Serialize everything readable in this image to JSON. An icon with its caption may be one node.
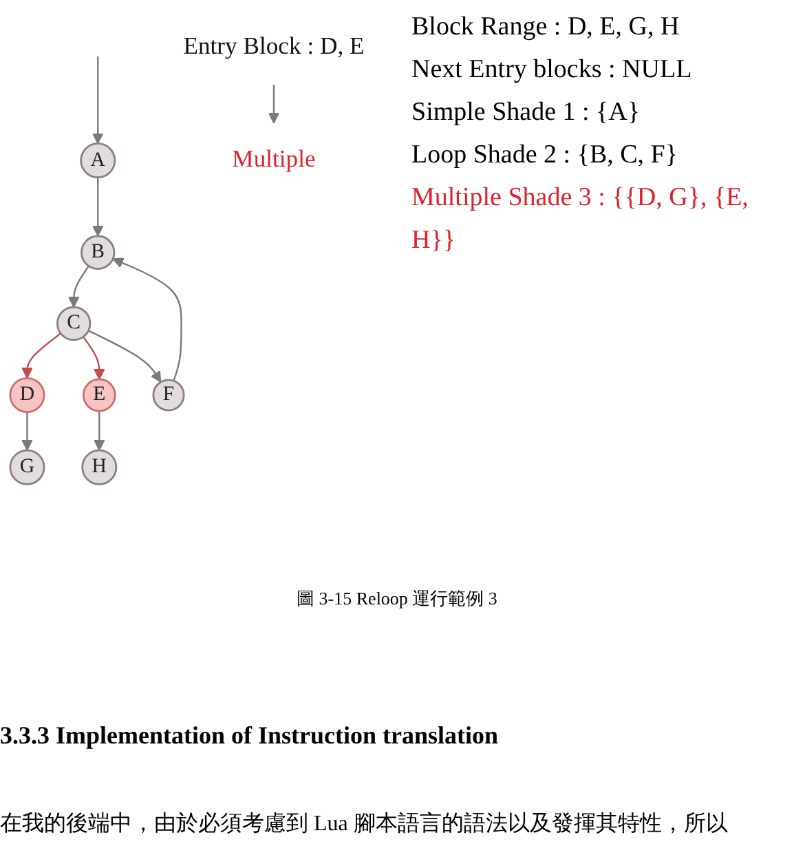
{
  "diagram": {
    "caption": "圖 3-15 Reloop 運行範例 3",
    "nodes": [
      {
        "text": [
          "A"
        ]
      },
      {
        "text": [
          "B"
        ]
      },
      {
        "text": [
          "C"
        ]
      },
      {
        "text": [
          "D"
        ]
      },
      {
        "text": [
          "E"
        ]
      },
      {
        "text": [
          "F"
        ]
      },
      {
        "text": [
          "G"
        ]
      },
      {
        "text": [
          "H"
        ]
      },
      {
        "text": [
          "Entry Block : D, E"
        ]
      },
      {
        "text": [
          "Multiple"
        ]
      }
    ],
    "edges": [
      {
        "from": null,
        "to": 0,
        "arrow": "to"
      },
      {
        "from": 0,
        "to": 1,
        "arrow": "to"
      },
      {
        "from": 1,
        "to": 2,
        "arrow": "to"
      },
      {
        "from": 2,
        "to": 3,
        "arrow": "to",
        "color": "#c0504d"
      },
      {
        "from": 2,
        "to": 4,
        "arrow": "to",
        "color": "#c0504d"
      },
      {
        "from": 2,
        "to": 5,
        "arrow": "to"
      },
      {
        "from": 3,
        "to": 6,
        "arrow": "to"
      },
      {
        "from": 4,
        "to": 7,
        "arrow": "to"
      },
      {
        "from": 5,
        "to": 1,
        "arrow": "to"
      },
      {
        "from": 8,
        "to": 9,
        "arrow": "to"
      }
    ],
    "labels": [
      "Block Range : D, E, G, H",
      "Next Entry blocks : NULL",
      "Simple Shade 1 : {A}",
      "Loop Shade 2 : {B, C, F}",
      "Multiple Shade 3 : {{D, G}, {E, H}}",
      "3.3.3 Implementation of Instruction translation",
      "在我的後端中，由於必須考慮到 Lua 腳本語言的語法以及發揮其特性，所以"
    ]
  }
}
